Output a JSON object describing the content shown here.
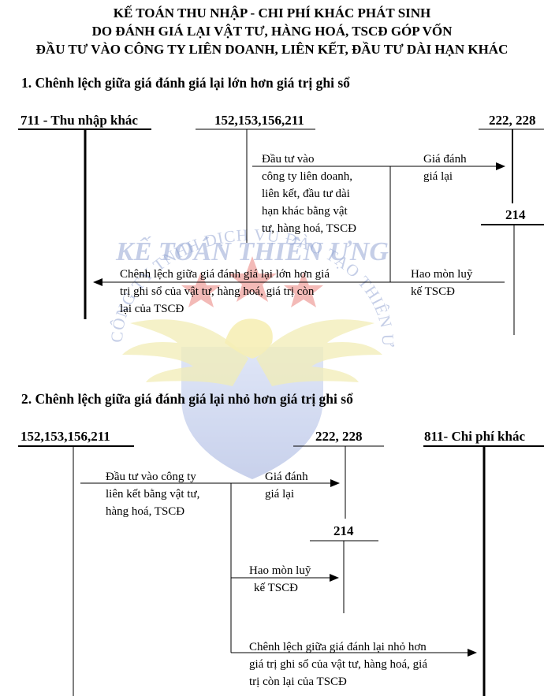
{
  "title": {
    "line1": "KẾ TOÁN THU NHẬP - CHI PHÍ KHÁC PHÁT SINH",
    "line2": "DO ĐÁNH GIÁ LẠI  VẬT TƯ, HÀNG HOÁ, TSCĐ GÓP VỐN",
    "line3": "ĐẦU TƯ VÀO CÔNG TY LIÊN DOANH, LIÊN KẾT, ĐẦU TƯ DÀI HẠN KHÁC"
  },
  "section1": {
    "heading": "1. Chênh lệch giữa giá đánh giá lại lớn hơn giá trị ghi sổ",
    "acct_711": "711 - Thu nhập khác",
    "acct_152": "152,153,156,211",
    "acct_222": "222, 228",
    "acct_214": "214",
    "invest_label": [
      "Đầu tư vào",
      "công ty liên doanh,",
      "liên kết, đầu tư dài",
      "hạn khác bằng vật",
      "tư, hàng hoá, TSCĐ"
    ],
    "revalue_label": [
      "Giá đánh",
      "giá lại"
    ],
    "diff_label": [
      "Chênh lệch giữa giá đánh giá lại lớn hơn giá",
      "trị ghi sổ của vật tư, hàng hoá, giá trị còn",
      "lại của TSCĐ"
    ],
    "depr_label": [
      "Hao mòn luỹ",
      "kế TSCĐ"
    ]
  },
  "section2": {
    "heading": "2. Chênh lệch giữa giá đánh giá lại nhỏ hơn giá trị ghi sổ",
    "acct_152": "152,153,156,211",
    "acct_222": "222, 228",
    "acct_811": "811- Chi phí khác",
    "acct_214": "214",
    "invest_label": [
      "Đầu tư vào công ty",
      "liên kết bằng vật tư,",
      "hàng hoá, TSCĐ"
    ],
    "revalue_label": [
      "Giá đánh",
      "giá lại"
    ],
    "depr_label": [
      "Hao mòn luỹ",
      "kế TSCĐ"
    ],
    "diff_label": [
      "Chênh lệch giữa giá đánh lại nhỏ hơn",
      "giá trị ghi sổ của vật tư, hàng hoá, giá",
      "trị còn lại của TSCĐ"
    ]
  },
  "watermark": {
    "arc_text": "CÔNG TY TNHH DỊCH VỤ ĐÀO TẠO THIÊN ƯNG",
    "brand": "KẾ TOÁN THIÊN ƯNG"
  },
  "colors": {
    "line": "#000000",
    "wm_red": "#d9302c",
    "wm_blue": "#3f5fb0",
    "wm_yellow": "#d8c84a"
  }
}
